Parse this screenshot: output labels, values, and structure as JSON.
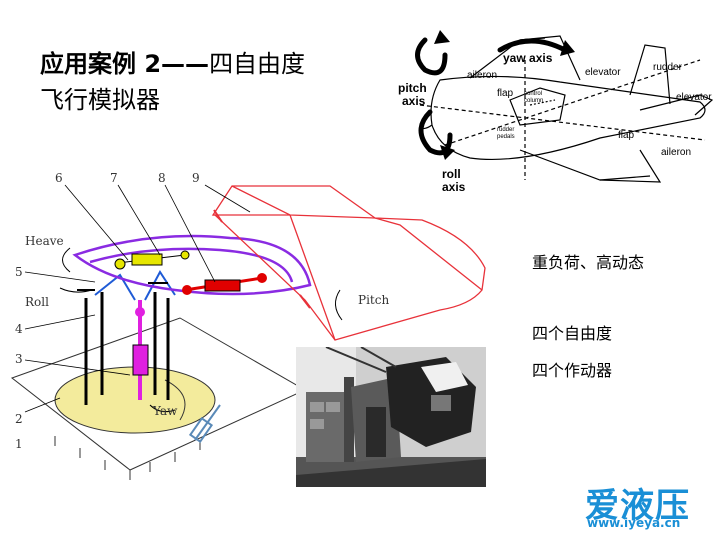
{
  "title": {
    "line1_bold": "应用案例 2——",
    "line1_rest": "四自由度",
    "line2": "飞行模拟器"
  },
  "notes": {
    "heavy_load": "重负荷、高动态",
    "four_dof": "四个自由度",
    "four_actuators": "四个作动器"
  },
  "airplane_labels": {
    "yaw_axis": "yaw axis",
    "pitch_axis_1": "pitch",
    "pitch_axis_2": "axis",
    "roll_axis_1": "roll",
    "roll_axis_2": "axis",
    "aileron_top": "aileron",
    "flap_top": "flap",
    "elevator_top": "elevator",
    "rudder": "rudder",
    "elevator_right": "elevator",
    "flap_bottom": "flap",
    "aileron_bottom": "aileron",
    "control_column_1": "control",
    "control_column_2": "column",
    "rudder_pedals_1": "rudder",
    "rudder_pedals_2": "pedals"
  },
  "sim_labels": {
    "heave": "Heave",
    "roll": "Roll",
    "pitch": "Pitch",
    "yaw": "Yaw",
    "n1": "1",
    "n2": "2",
    "n3": "3",
    "n4": "4",
    "n5": "5",
    "n6": "6",
    "n7": "7",
    "n8": "8",
    "n9": "9"
  },
  "logo": {
    "name": "爱液压",
    "url": "www.iyeya.cn"
  },
  "colors": {
    "cab_red": "#e8323a",
    "frame_purple": "#8a2be2",
    "actuator_yellow": "#e6e600",
    "actuator_red": "#e00000",
    "actuator_magenta": "#e020e0",
    "base_yellow": "#f3eb9c",
    "logo_blue": "#1a8fd6"
  }
}
